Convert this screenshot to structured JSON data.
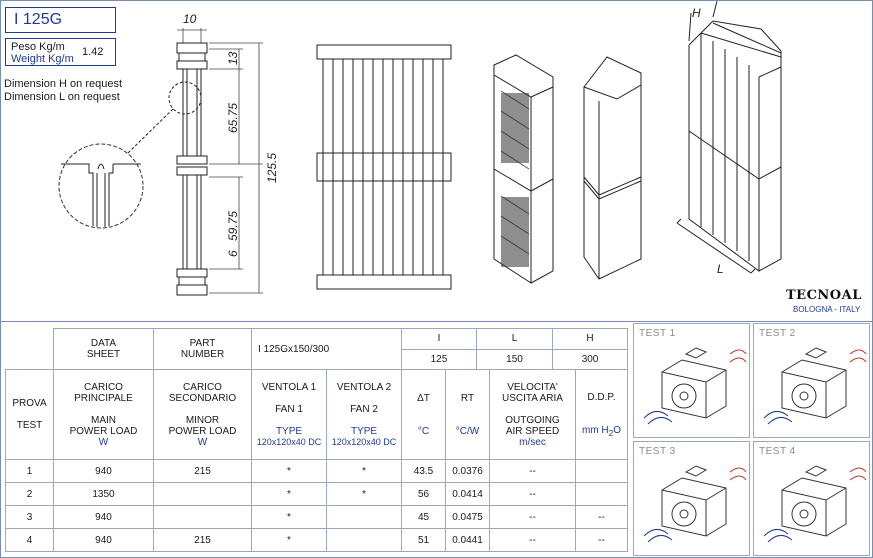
{
  "header": {
    "code": "I 125G",
    "weight_label_it": "Peso Kg/m",
    "weight_label_en": "Weight Kg/m",
    "weight_value": "1.42",
    "note_h": "Dimension H on request",
    "note_l": "Dimension L on request"
  },
  "drawing": {
    "dim_top_width": "10",
    "dim_fin_13": "13",
    "dim_65_75": "65.75",
    "dim_125_5": "125.5",
    "dim_59_75": "59.75",
    "dim_6": "6",
    "label_h": "H",
    "label_l": "L"
  },
  "brand": {
    "name": "TECNOAL",
    "city": "BOLOGNA - ITALY"
  },
  "spec": {
    "data_sheet": [
      "DATA",
      "SHEET"
    ],
    "part_number": [
      "PART",
      "NUMBER"
    ],
    "part_value": "I 125Gx150/300",
    "dims": [
      {
        "label": "I",
        "value": "125"
      },
      {
        "label": "L",
        "value": "150"
      },
      {
        "label": "H",
        "value": "300"
      }
    ]
  },
  "columns": {
    "prova": [
      "PROVA",
      "TEST"
    ],
    "main_load": [
      "CARICO",
      "PRINCIPALE",
      "MAIN",
      "POWER LOAD",
      "W"
    ],
    "minor_load": [
      "CARICO",
      "SECONDARIO",
      "MINOR",
      "POWER LOAD",
      "W"
    ],
    "fan1": [
      "VENTOLA 1",
      "FAN 1",
      "TYPE",
      "120x120x40 DC"
    ],
    "fan2": [
      "VENTOLA 2",
      "FAN 2",
      "TYPE",
      "120x120x40 DC"
    ],
    "dt": [
      "ΔT",
      "°C"
    ],
    "rt": [
      "RT",
      "°C/W"
    ],
    "speed": [
      "VELOCITA'",
      "USCITA  ARIA",
      "OUTGOING",
      "AIR SPEED",
      "m/sec"
    ],
    "ddp": [
      "D.D.P.",
      "mm H",
      "2",
      "O"
    ]
  },
  "rows": [
    {
      "test": "1",
      "main": "940",
      "minor": "215",
      "fan1": "*",
      "fan2": "*",
      "dt": "43.5",
      "rt": "0.0376",
      "speed": "--",
      "ddp": ""
    },
    {
      "test": "2",
      "main": "1350",
      "minor": "",
      "fan1": "*",
      "fan2": "*",
      "dt": "56",
      "rt": "0.0414",
      "speed": "--",
      "ddp": ""
    },
    {
      "test": "3",
      "main": "940",
      "minor": "",
      "fan1": "*",
      "fan2": "",
      "dt": "45",
      "rt": "0.0475",
      "speed": "--",
      "ddp": "--"
    },
    {
      "test": "4",
      "main": "940",
      "minor": "215",
      "fan1": "*",
      "fan2": "",
      "dt": "51",
      "rt": "0.0441",
      "speed": "--",
      "ddp": "--"
    }
  ],
  "tests": [
    {
      "label": "TEST  1"
    },
    {
      "label": "TEST  2"
    },
    {
      "label": "TEST  3"
    },
    {
      "label": "TEST  4"
    }
  ]
}
